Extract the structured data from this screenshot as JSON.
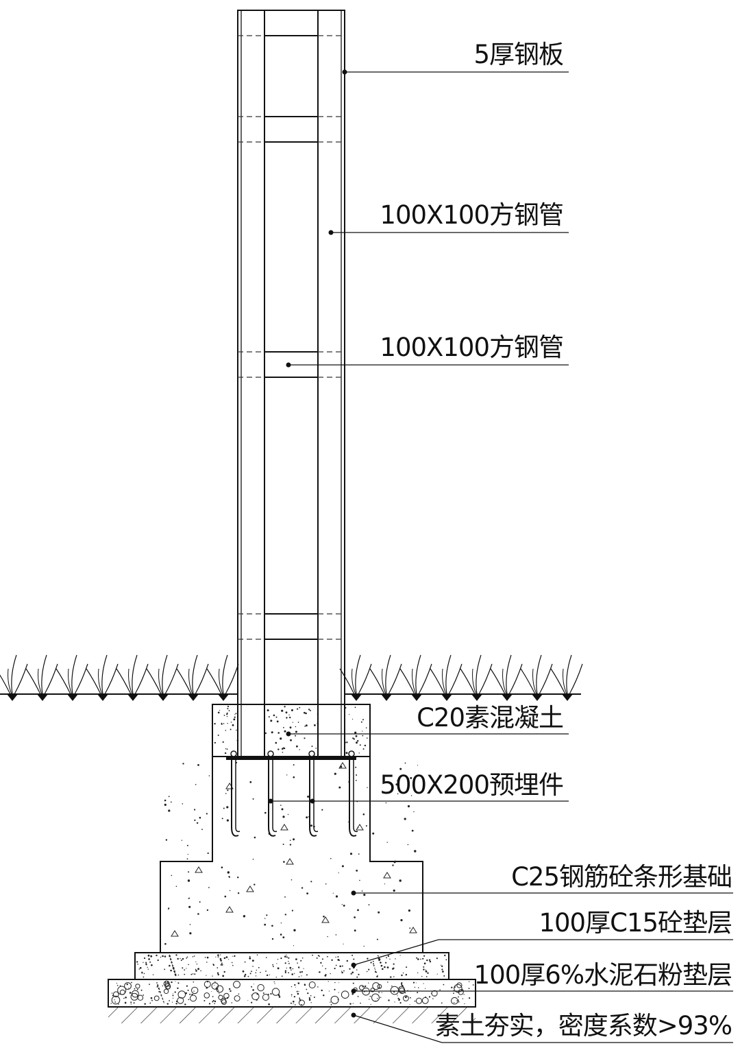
{
  "labels": {
    "steel_plate": "5厚钢板",
    "square_tube_outer": "100X100方钢管",
    "square_tube_inner": "100X100方钢管",
    "plain_concrete": "C20素混凝土",
    "embedded_part": "500X200预埋件",
    "strip_foundation": "C25钢筋砼条形基础",
    "c15_cushion": "100厚C15砼垫层",
    "stone_powder_cushion": "100厚6%水泥石粉垫层",
    "compacted_soil": "素土夯实，密度系数>93%"
  },
  "colors": {
    "line": "#111111",
    "background": "#ffffff"
  }
}
